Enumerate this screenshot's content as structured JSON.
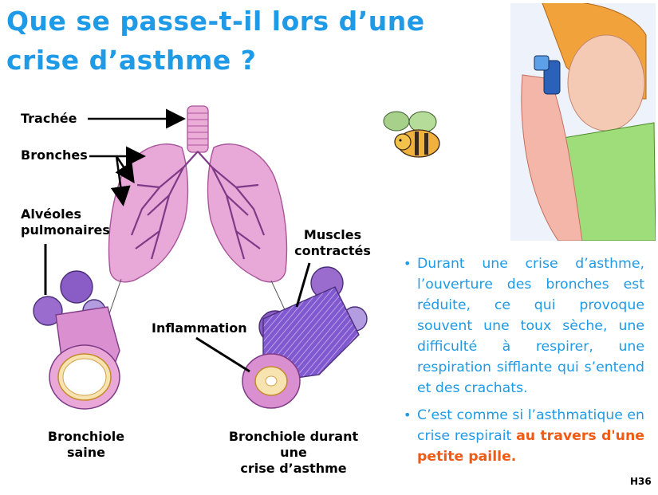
{
  "title": "Que se passe-t-il lors d’une crise d’asthme ?",
  "labels": {
    "trachee": "Trachée",
    "bronches": "Bronches",
    "alveoles_line1": "Alvéoles",
    "alveoles_line2": "pulmonaires",
    "muscles_line1": "Muscles",
    "muscles_line2": "contractés",
    "inflammation": "Inflammation",
    "healthy_line1": "Bronchiole",
    "healthy_line2": "saine",
    "asthma_line1": "Bronchiole durant une",
    "asthma_line2": "crise d’asthme"
  },
  "bullets": [
    {
      "text": "Durant une crise d’asthme, l’ouverture des bronches est réduite, ce qui provoque souvent une toux sèche, une difficulté à respirer, une respiration sifflante qui s’entend et des crachats."
    },
    {
      "text_before": "C’est comme si l’asthmatique en crise respirait ",
      "highlight": "au travers d'une petite paille."
    }
  ],
  "slide_code": "H36",
  "colors": {
    "title": "#1f9ae6",
    "body": "#1f9ae6",
    "highlight": "#f05a14",
    "lung": "#e7a6d6"
  }
}
